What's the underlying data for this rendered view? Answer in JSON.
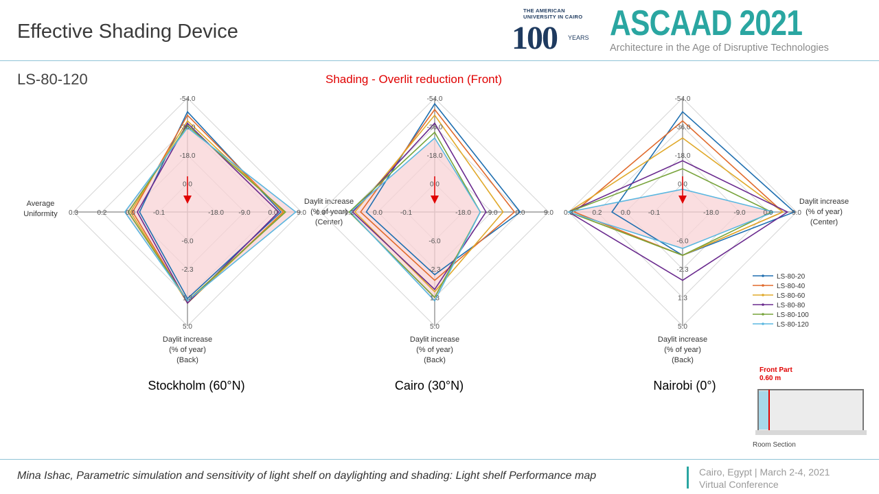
{
  "header": {
    "title": "Effective Shading Device",
    "auc_lines": [
      "THE AMERICAN",
      "UNIVERSITY IN CAIRO"
    ],
    "auc_years_digits": "100",
    "auc_years_label": "YEARS",
    "conference_name": "ASCAAD 2021",
    "conference_tagline": "Architecture in the Age of Disruptive Technologies"
  },
  "panel": {
    "id_label": "LS-80-120",
    "section_title": "Shading - Overlit reduction (Front)"
  },
  "colors": {
    "rule": "#8fc3d6",
    "accent": "#2aa6a1",
    "arrow": "#e00000",
    "fill": "#f8d3d6"
  },
  "chart_data": [
    {
      "type": "radar",
      "title": "Stockholm (60°N)",
      "axes": [
        {
          "name": "",
          "ticks": [
            "0.0",
            "-18.0",
            "-36.0",
            "-54.0"
          ]
        },
        {
          "name": "Daylit increase (% of year) (Center)",
          "ticks": [
            "-18.0",
            "-9.0",
            "0.0",
            "9.0"
          ]
        },
        {
          "name": "Daylit increase (% of year) (Back)",
          "ticks": [
            "-6.0",
            "-2.3",
            "1.3",
            "5.0"
          ]
        },
        {
          "name": "Average Uniformity",
          "ticks": [
            "-0.1",
            "0.0",
            "0.2",
            "0.3"
          ]
        }
      ],
      "series": [
        {
          "name": "LS-80-20",
          "values": [
            0.88,
            0.82,
            0.76,
            0.42
          ]
        },
        {
          "name": "LS-80-40",
          "values": [
            0.85,
            0.84,
            0.8,
            0.48
          ]
        },
        {
          "name": "LS-80-60",
          "values": [
            0.8,
            0.85,
            0.8,
            0.5
          ]
        },
        {
          "name": "LS-80-80",
          "values": [
            0.78,
            0.8,
            0.8,
            0.44
          ]
        },
        {
          "name": "LS-80-100",
          "values": [
            0.76,
            0.86,
            0.78,
            0.52
          ]
        },
        {
          "name": "LS-80-120",
          "values": [
            0.74,
            0.95,
            0.78,
            0.55
          ]
        }
      ]
    },
    {
      "type": "radar",
      "title": "Cairo (30°N)",
      "axes": [
        {
          "name": "",
          "ticks": [
            "0.0",
            "-18.0",
            "-36.0",
            "-54.0"
          ]
        },
        {
          "name": "",
          "ticks": [
            "-18.0",
            "-9.0",
            "0.0",
            "9.0"
          ]
        },
        {
          "name": "Daylit increase (% of year) (Back)",
          "ticks": [
            "-6.0",
            "-2.3",
            "1.3",
            "5.0"
          ]
        },
        {
          "name": "",
          "ticks": [
            "-0.1",
            "0.0",
            "0.2",
            "0.3"
          ]
        }
      ],
      "series": [
        {
          "name": "LS-80-20",
          "values": [
            0.95,
            0.75,
            0.55,
            0.6
          ]
        },
        {
          "name": "LS-80-40",
          "values": [
            0.9,
            0.7,
            0.6,
            0.65
          ]
        },
        {
          "name": "LS-80-60",
          "values": [
            0.85,
            0.6,
            0.7,
            0.7
          ]
        },
        {
          "name": "LS-80-80",
          "values": [
            0.78,
            0.45,
            0.68,
            0.72
          ]
        },
        {
          "name": "LS-80-100",
          "values": [
            0.7,
            0.4,
            0.75,
            0.75
          ]
        },
        {
          "name": "LS-80-120",
          "values": [
            0.65,
            0.4,
            0.78,
            0.74
          ]
        }
      ]
    },
    {
      "type": "radar",
      "title": "Nairobi (0°)",
      "axes": [
        {
          "name": "",
          "ticks": [
            "0.0",
            "-18.0",
            "-36.0",
            "-54.0"
          ]
        },
        {
          "name": "Daylit increase (% of year) (Center)",
          "ticks": [
            "-18.0",
            "-9.0",
            "0.0",
            "9.0"
          ]
        },
        {
          "name": "Daylit increase (% of year) (Back)",
          "ticks": [
            "-6.0",
            "-2.3",
            "1.3",
            "5.0"
          ]
        },
        {
          "name": "",
          "ticks": [
            "-0.1",
            "0.0",
            "0.2",
            "0.3"
          ]
        }
      ],
      "series": [
        {
          "name": "LS-80-20",
          "values": [
            0.88,
            0.98,
            0.38,
            0.62
          ]
        },
        {
          "name": "LS-80-40",
          "values": [
            0.8,
            0.88,
            0.38,
            0.95
          ]
        },
        {
          "name": "LS-80-60",
          "values": [
            0.65,
            0.88,
            0.38,
            1.0
          ]
        },
        {
          "name": "LS-80-80",
          "values": [
            0.45,
            0.92,
            0.6,
            1.0
          ]
        },
        {
          "name": "LS-80-100",
          "values": [
            0.38,
            0.78,
            0.38,
            1.0
          ]
        },
        {
          "name": "LS-80-120",
          "values": [
            0.2,
            0.8,
            0.32,
            1.0
          ]
        }
      ]
    }
  ],
  "legend": [
    {
      "name": "LS-80-20",
      "color": "#1f6fb0"
    },
    {
      "name": "LS-80-40",
      "color": "#e06a2c"
    },
    {
      "name": "LS-80-60",
      "color": "#e0a92a"
    },
    {
      "name": "LS-80-80",
      "color": "#6a2a8e"
    },
    {
      "name": "LS-80-100",
      "color": "#77a33a"
    },
    {
      "name": "LS-80-120",
      "color": "#5ab7e0"
    }
  ],
  "room_section": {
    "front_part_label": "Front Part",
    "front_part_value": "0.60 m",
    "caption": "Room Section"
  },
  "footer": {
    "citation": "Mina Ishac, Parametric simulation and sensitivity of light shelf on daylighting and shading: Light shelf Performance map",
    "location_line1": "Cairo, Egypt | March 2-4, 2021",
    "location_line2": "Virtual Conference"
  }
}
